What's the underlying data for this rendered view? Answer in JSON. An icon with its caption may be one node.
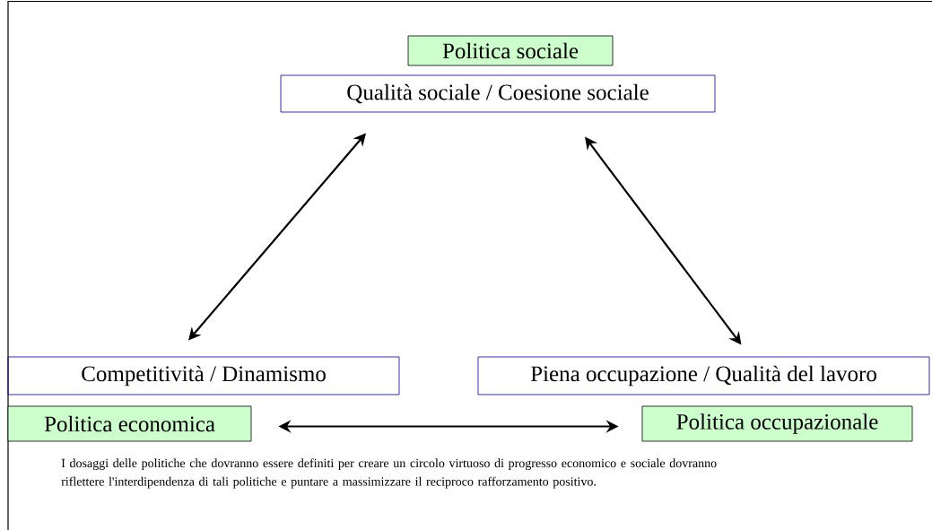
{
  "diagram": {
    "nodes": [
      {
        "text": [
          "Politica sociale"
        ]
      },
      {
        "text": [
          "Qualità sociale / Coesione sociale"
        ]
      },
      {
        "text": [
          "Competitività / Dinamismo"
        ]
      },
      {
        "text": [
          "Piena occupazione / Qualità del lavoro"
        ]
      },
      {
        "text": [
          "Politica economica"
        ]
      },
      {
        "text": [
          "Politica occupazionale"
        ]
      }
    ],
    "edges": [
      {
        "from": 1,
        "to": 2,
        "arrow": "both"
      },
      {
        "from": 1,
        "to": 3,
        "arrow": "both"
      },
      {
        "from": 4,
        "to": 5,
        "arrow": "both"
      }
    ],
    "labels": [
      "I dosaggi delle politiche che dovranno essere definiti per creare un circolo virtuoso di progresso economico e sociale dovranno riflettere l'interdipendenza di tali politiche e puntare a massimizzare il reciproco rafforzamento positivo."
    ]
  }
}
